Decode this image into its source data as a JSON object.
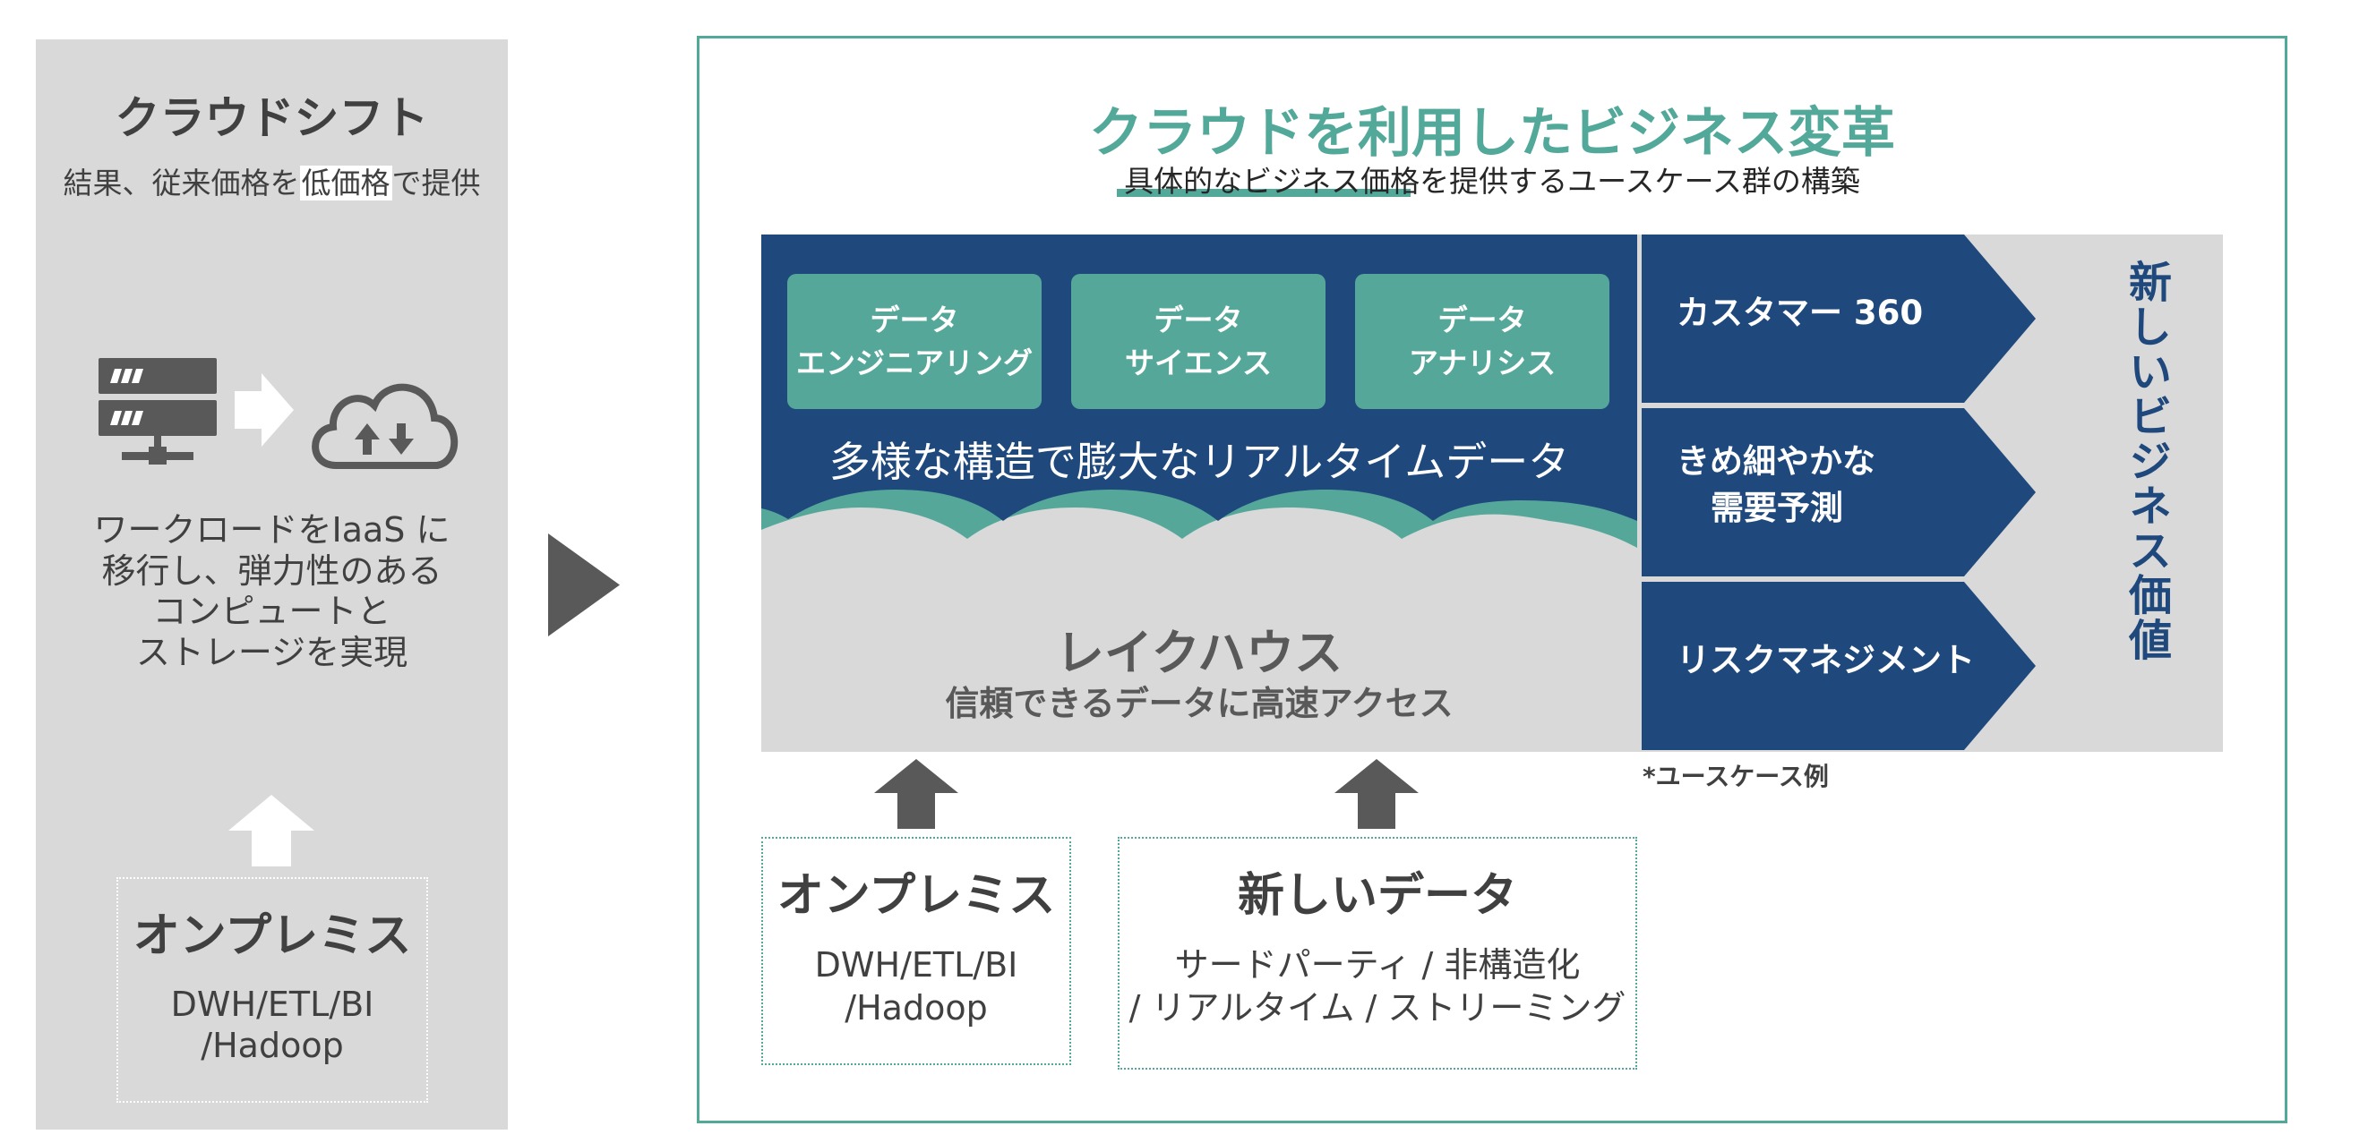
{
  "colors": {
    "teal": "#52a899",
    "navy": "#1f497d",
    "panel_gray": "#d9d9d9",
    "text_dark": "#404040"
  },
  "left": {
    "title": "クラウドシフト",
    "subtitle_pre": "結果、従来価格を",
    "subtitle_highlight": "低価格",
    "subtitle_post": "で提供",
    "icons": [
      "server-icon",
      "right-arrow-icon",
      "cloud-upload-download-icon"
    ],
    "description_lines": [
      "ワークロードをIaaS に",
      "移行し、弾力性のある",
      "コンピュートと",
      "ストレージを実現"
    ],
    "onprem": {
      "title": "オンプレミス",
      "lines": [
        "DWH/ETL/BI",
        "/Hadoop"
      ]
    }
  },
  "right": {
    "title": "クラウドを利用したビジネス変革",
    "subtitle": "具体的なビジネス価格を提供するユースケース群の構築",
    "data_boxes": [
      {
        "line1": "データ",
        "line2": "エンジニアリング"
      },
      {
        "line1": "データ",
        "line2": "サイエンス"
      },
      {
        "line1": "データ",
        "line2": "アナリシス"
      }
    ],
    "diverse_data": "多様な構造で膨大なリアルタイムデータ",
    "lakehouse": {
      "title": "レイクハウス",
      "subtitle": "信頼できるデータに高速アクセス"
    },
    "use_cases": [
      {
        "line1": "カスタマー 360",
        "line2": ""
      },
      {
        "line1": "きめ細やかな",
        "line2": "需要予測"
      },
      {
        "line1": "リスクマネジメント",
        "line2": ""
      }
    ],
    "new_value": "新しいビジネス価値",
    "use_case_note": "*ユースケース例",
    "sources": [
      {
        "title": "オンプレミス",
        "lines": [
          "DWH/ETL/BI",
          "/Hadoop"
        ]
      },
      {
        "title": "新しいデータ",
        "lines": [
          "サードパーティ / 非構造化",
          "/ リアルタイム / ストリーミング"
        ]
      }
    ]
  }
}
